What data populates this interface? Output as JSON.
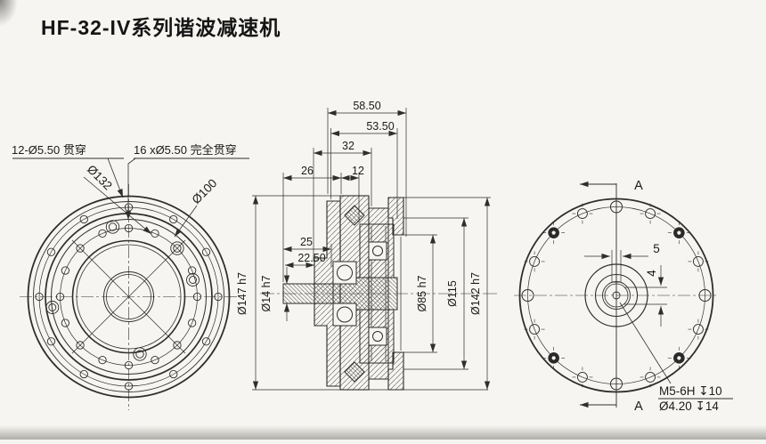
{
  "title": "HF-32-IV系列谐波减速机",
  "colors": {
    "line": "#2e2e2e",
    "background": "#f6f5f1"
  },
  "front_view": {
    "outer_holes_label": "12-Ø5.50 贯穿",
    "inner_holes_label": "16 xØ5.50 完全贯穿",
    "outer_bolt_circle": "Ø132",
    "inner_bolt_circle": "Ø100",
    "outer_hole_count": 12,
    "inner_hole_count": 16
  },
  "section_view": {
    "width_total": "58.50",
    "width_53": "53.50",
    "width_32": "32",
    "width_26": "26",
    "width_12": "12",
    "width_25": "25",
    "width_22": "22.50",
    "dia_14": "Ø14 h7",
    "dia_147": "Ø147 h7",
    "dia_85": "Ø85 h7",
    "dia_115": "Ø115",
    "dia_142": "Ø142 h7"
  },
  "side_view": {
    "section_label_top": "A",
    "section_label_bottom": "A",
    "key_width": "5",
    "key_depth": "4",
    "thread_note": "M5-6H ↧10",
    "pilot_note": "Ø4.20 ↧14",
    "hole_count": 16
  }
}
